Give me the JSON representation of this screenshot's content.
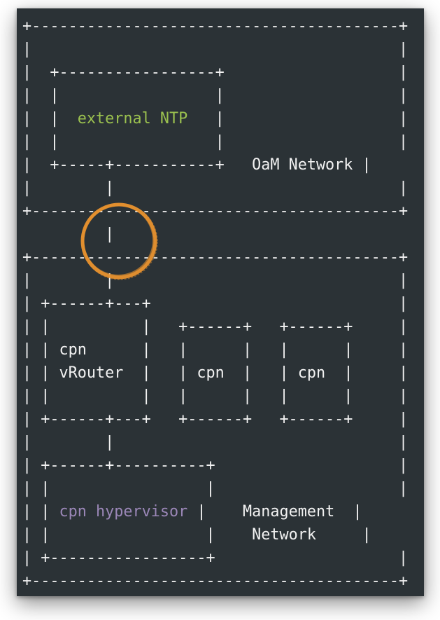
{
  "labels": {
    "external_ntp": "external NTP",
    "oam_network": "OaM Network",
    "cpn": "cpn",
    "vrouter": "vRouter",
    "cpn_hypervisor": "cpn hypervisor",
    "management": "Management",
    "network": "Network"
  },
  "colors": {
    "background": "#2b3236",
    "text": "#f2f2f2",
    "highlight_green": "#9bc14f",
    "highlight_purple": "#9b87b8",
    "circle": "#e8922f"
  }
}
